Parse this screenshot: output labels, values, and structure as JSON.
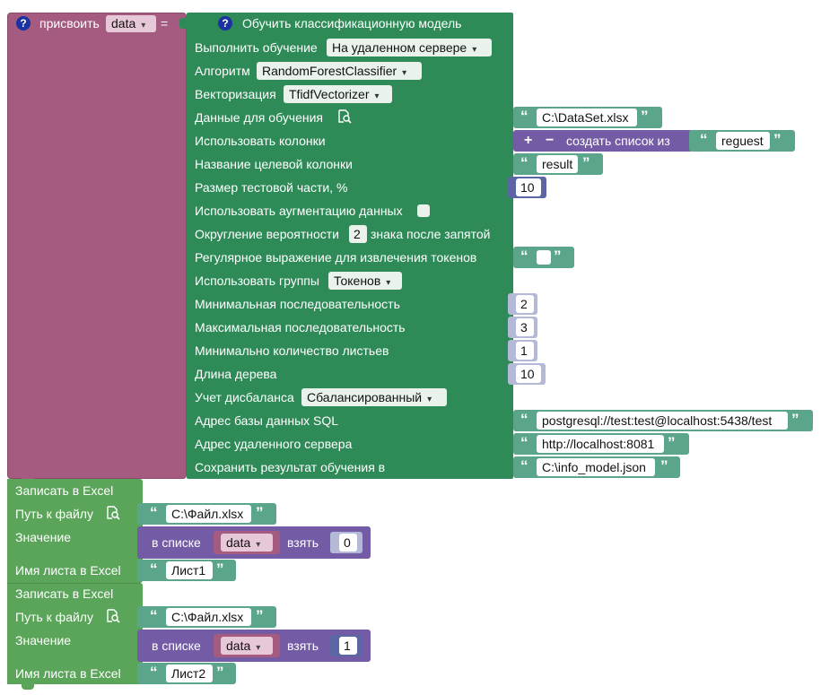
{
  "colors": {
    "assign": "#a55b80",
    "train_block": "#2e8b57",
    "excel_block": "#5ba55b",
    "text_block": "#5ba58a",
    "number_block": "#5b67a5",
    "list_block": "#745ba5"
  },
  "assign": {
    "label": "присвоить",
    "variable": "data",
    "operator": "="
  },
  "train": {
    "title": "Обучить классификационную модель",
    "rows": {
      "execute_label": "Выполнить обучение",
      "execute_value": "На удаленном сервере",
      "algo_label": "Алгоритм",
      "algo_value": "RandomForestClassifier",
      "vector_label": "Векторизация",
      "vector_value": "TfidfVectorizer",
      "data_label": "Данные для обучения",
      "data_value": "C:\\DataSet.xlsx",
      "cols_label": "Использовать колонки",
      "cols_list_label": "создать список из",
      "cols_value": "reguest",
      "target_label": "Название целевой колонки",
      "target_value": "result",
      "test_label": "Размер тестовой части, %",
      "test_value": "10",
      "aug_label": "Использовать аугментацию данных",
      "round_label": "Округление вероятности",
      "round_value": "2",
      "round_suffix": "знака после запятой",
      "regex_label": "Регулярное выражение для извлечения токенов",
      "groups_label": "Использовать группы",
      "groups_value": "Токенов",
      "min_seq_label": "Минимальная последовательность",
      "min_seq_value": "2",
      "max_seq_label": "Максимальная последовательность",
      "max_seq_value": "3",
      "min_leaf_label": "Минимально количество листьев",
      "min_leaf_value": "1",
      "depth_label": "Длина дерева",
      "depth_value": "10",
      "balance_label": "Учет дисбаланса",
      "balance_value": "Сбалансированный",
      "sql_label": "Адрес базы данных SQL",
      "sql_value": "postgresql://test:test@localhost:5438/test",
      "server_label": "Адрес удаленного сервера",
      "server_value": "http://localhost:8081",
      "save_label": "Сохранить результат обучения в",
      "save_value": "C:\\info_model.json"
    }
  },
  "excel1": {
    "title": "Записать в Excel",
    "path_label": "Путь к файлу",
    "path_value": "C:\\Файл.xlsx",
    "value_label": "Значение",
    "in_list": "в списке",
    "variable": "data",
    "take": "взять",
    "index": "0",
    "sheet_label": "Имя листа в Excel",
    "sheet_value": "Лист1"
  },
  "excel2": {
    "title": "Записать в Excel",
    "path_label": "Путь к файлу",
    "path_value": "C:\\Файл.xlsx",
    "value_label": "Значение",
    "in_list": "в списке",
    "variable": "data",
    "take": "взять",
    "index": "1",
    "sheet_label": "Имя листа в Excel",
    "sheet_value": "Лист2"
  },
  "glyphs": {
    "help": "?",
    "quote_open": "“",
    "quote_close": "”",
    "plus": "+",
    "minus": "−",
    "dropdown": "▾"
  }
}
